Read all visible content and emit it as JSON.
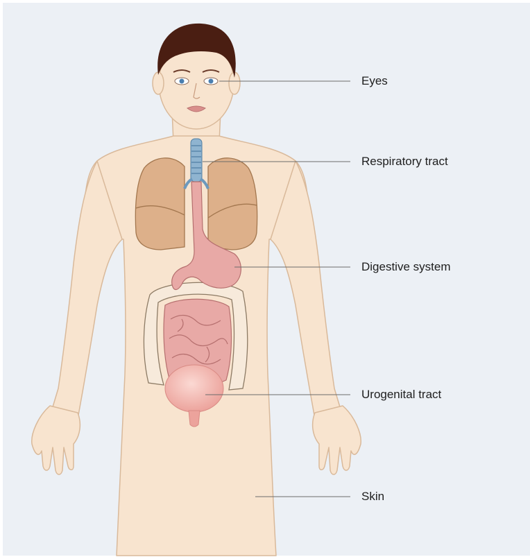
{
  "labels": {
    "eyes": "Eyes",
    "respiratory": "Respiratory tract",
    "digestive": "Digestive system",
    "urogenital": "Urogenital tract",
    "skin": "Skin"
  },
  "colors": {
    "background": "#ecf0f5",
    "skin": "#f8e4cf",
    "skin_outline": "#d9b99a",
    "hair": "#4a1e12",
    "lungs": "#ddb08a",
    "trachea": "#8fb4d0",
    "digestive": "#e8a9a6",
    "bladder": "#f2b9b3",
    "colon": "#f7eadb",
    "leader_line": "#6b6b6b"
  }
}
